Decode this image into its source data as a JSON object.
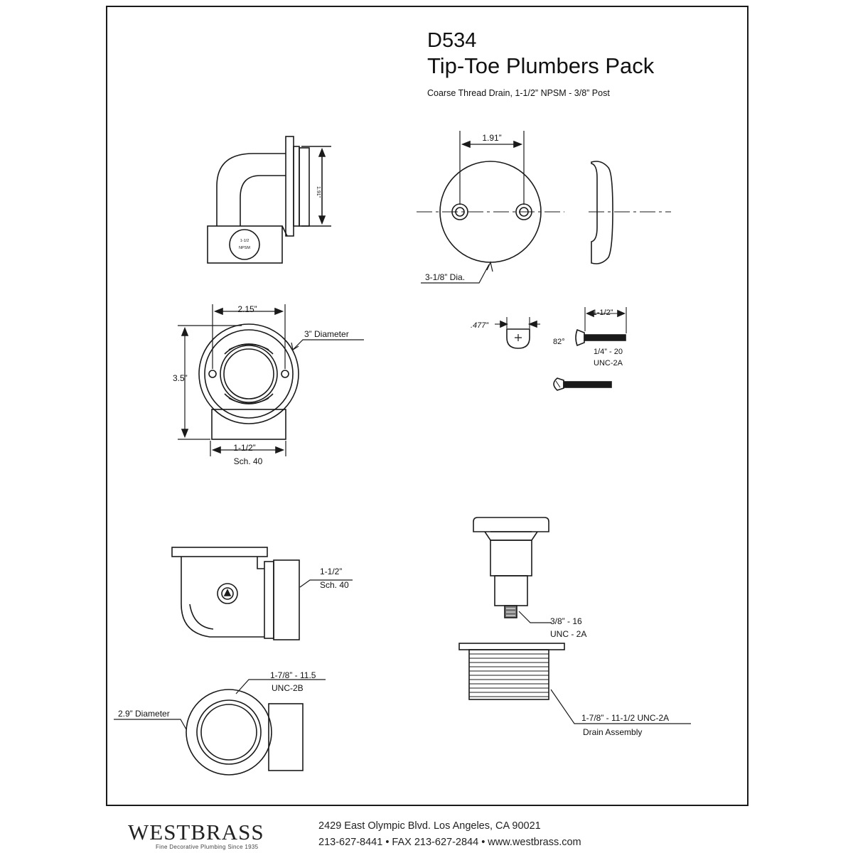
{
  "header": {
    "model": "D534",
    "product": "Tip-Toe Plumbers Pack",
    "subtitle": "Coarse Thread Drain, 1-1/2” NPSM - 3/8” Post"
  },
  "callouts": {
    "elbow_side_height": "1.91”",
    "elbow_side_stamp_line1": "1-1/2",
    "elbow_side_stamp_line2": "NPSM",
    "overflow_hole_spacing": "1.91”",
    "overflow_plate_dia": "3-1/8” Dia.",
    "hole_spacing_top": "2.15”",
    "top_view_diameter": "3” Diameter",
    "top_view_height": "3.5”",
    "top_view_pipe": "1-1/2”",
    "top_view_pipe_sch": "Sch. 40",
    "screw_head_dim": ".477”",
    "screw_angle": "82°",
    "screw_length": "1-1/2”",
    "screw_thread": "1/4” - 20",
    "screw_thread_class": "UNC-2A",
    "side_pipe": "1-1/2”",
    "side_pipe_sch": "Sch. 40",
    "bottom_thread": "1-7/8” - 11.5",
    "bottom_thread_class": "UNC-2B",
    "bottom_diameter": "2.9” Diameter",
    "stopper_thread": "3/8” - 16",
    "stopper_thread_class": "UNC - 2A",
    "drain_thread": "1-7/8” - 11-1/2 UNC-2A",
    "drain_label": "Drain Assembly"
  },
  "footer": {
    "brand": "WESTBRASS",
    "tagline": "Fine Decorative Plumbing Since 1935",
    "address": "2429 East Olympic Blvd. Los Angeles, CA  90021",
    "contact": "213-627-8441 • FAX 213-627-2844 • www.westbrass.com"
  }
}
